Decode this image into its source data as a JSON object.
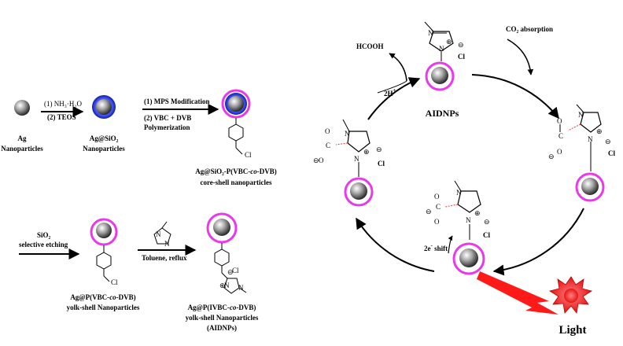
{
  "left": {
    "ag": {
      "line1": "Ag",
      "line2": "Nanoparticles"
    },
    "step1": {
      "l1": "(1) NH₃·H₂O",
      "l2": "(2) TEOS"
    },
    "agsio2": {
      "line1": "Ag@SiO₂",
      "line2": "Nanoparticles"
    },
    "step2": {
      "l1": "(1) MPS Modification",
      "l2": "(2) VBC + DVB",
      "l3": "Polymerization"
    },
    "coreshell": {
      "line1a": "Ag@SiO₂-P(VBC-",
      "line1b": "co",
      "line1c": "-DVB)",
      "line2": "core-shell nanoparticles"
    },
    "step3": {
      "l1": "SiO₂",
      "l2": "selective etching"
    },
    "yolk": {
      "line1a": "Ag@P(VBC-",
      "line1b": "co",
      "line1c": "-DVB)",
      "line2": "yolk-shell Nanoparticles"
    },
    "step4": {
      "l1": "Toluene, reflux"
    },
    "aidnp": {
      "line1a": "Ag@P(IVBC-",
      "line1b": "co",
      "line1c": "-DVB)",
      "line2": "yolk-shell Nanoparticles",
      "line3": "(AIDNPs)"
    },
    "cl": "Cl"
  },
  "cycle": {
    "hcooh": "HCOOH",
    "co2": "CO₂ absorption",
    "h2": "2H",
    "h2sup": "+",
    "aidnps": "AIDNPs",
    "shift": "2e",
    "shift_sup": "-",
    "shift_tail": " shift",
    "light": "Light",
    "n": "N",
    "c": "C",
    "o": "O",
    "cl": "Cl",
    "plus": "+",
    "minus": "−"
  },
  "colors": {
    "magenta": "#e83ae8",
    "blue": "#2030c8",
    "light_red": "#ff1a1a",
    "sun_fill": "#ff2a2a"
  }
}
